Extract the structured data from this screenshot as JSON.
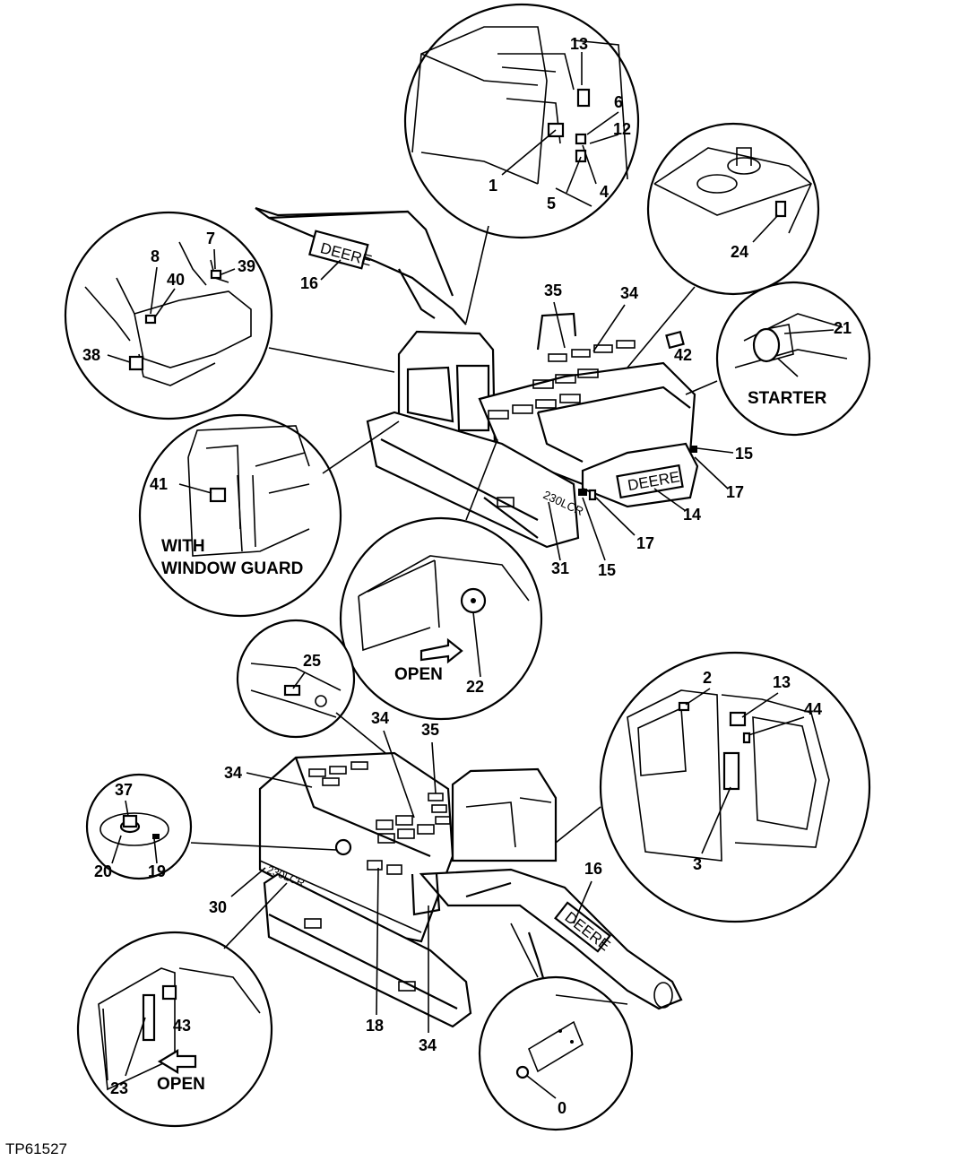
{
  "figure_ref": "TP61527",
  "captions": {
    "starter": "STARTER",
    "with": "WITH",
    "window_guard": "WINDOW GUARD",
    "open_tool": "OPEN",
    "open_door": "OPEN"
  },
  "brand_marks": {
    "deere": "DEERE"
  },
  "callouts": {
    "c13a": "13",
    "c6": "6",
    "c12": "12",
    "c1": "1",
    "c5": "5",
    "c4": "4",
    "c24": "24",
    "c7": "7",
    "c8": "8",
    "c40": "40",
    "c39": "39",
    "c38": "38",
    "c16a": "16",
    "c35a": "35",
    "c34a": "34",
    "c42": "42",
    "c21": "21",
    "c15a": "15",
    "c17a": "17",
    "c14": "14",
    "c41": "41",
    "c31": "31",
    "c15b": "15",
    "c17b": "17",
    "c22": "22",
    "c25": "25",
    "c34b": "34",
    "c35b": "35",
    "c34c": "34",
    "c2": "2",
    "c13b": "13",
    "c44": "44",
    "c37": "37",
    "c20": "20",
    "c19": "19",
    "c30": "30",
    "c16b": "16",
    "c3": "3",
    "c18": "18",
    "c34d": "34",
    "c43": "43",
    "c23": "23",
    "c0": "0"
  }
}
